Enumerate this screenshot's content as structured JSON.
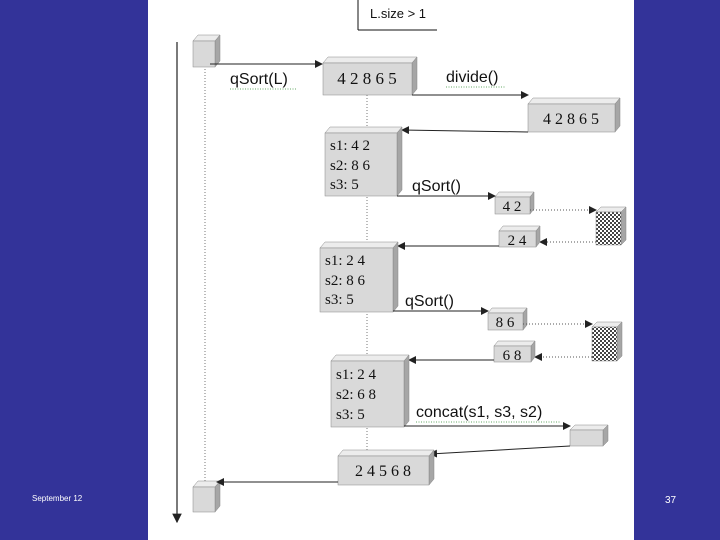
{
  "condition": "L.size > 1",
  "labels": {
    "qsort_call": "qSort(L)",
    "divide": "divide()",
    "qsort1": "qSort()",
    "qsort2": "qSort()",
    "concat": "concat(s1, s3, s2)"
  },
  "boxes": {
    "input": "4 2 8 6 5",
    "divided": "4 2 8 6 5",
    "sub1_in": "4 2",
    "sub1_out": "2 4",
    "sub2_in": "8 6",
    "sub2_out": "6 8",
    "result": "2 4 5 6 8"
  },
  "states": [
    [
      "s1: 4 2",
      "s2: 8 6",
      "s3: 5"
    ],
    [
      "s1: 2 4",
      "s2: 8 6",
      "s3: 5"
    ],
    [
      "s1: 2 4",
      "s2: 6 8",
      "s3: 5"
    ]
  ],
  "footer": {
    "date": "September 12",
    "page": "37"
  },
  "colors": {
    "background": "#333399",
    "box_front": "#d9d9d9",
    "box_side": "#a6a6a6",
    "box_top": "#ececec"
  }
}
